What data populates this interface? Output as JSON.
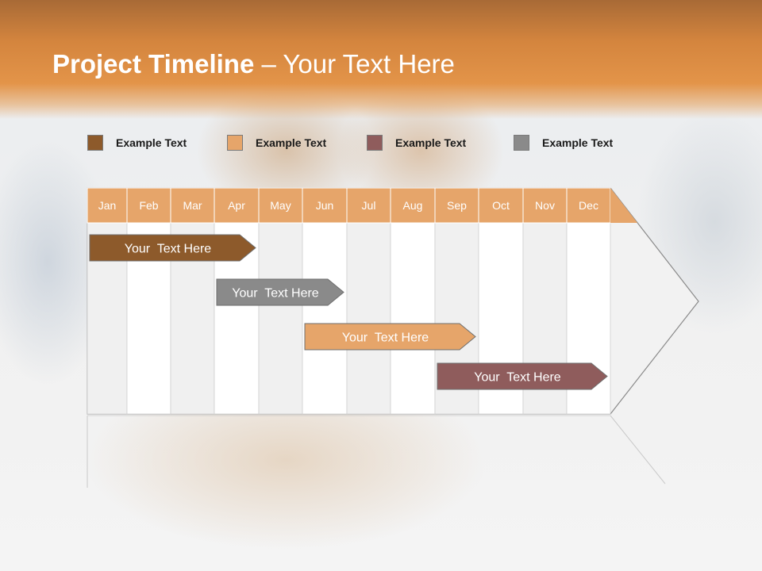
{
  "title": {
    "bold": "Project Timeline",
    "rest": " – Your Text Here"
  },
  "legend": [
    {
      "label": "Example Text",
      "color": "#8d5a2b"
    },
    {
      "label": "Example Text",
      "color": "#e6a56a"
    },
    {
      "label": "Example Text",
      "color": "#8f5c5c"
    },
    {
      "label": "Example Text",
      "color": "#8a8a8a"
    }
  ],
  "chart_data": {
    "type": "gantt",
    "months": [
      "Jan",
      "Feb",
      "Mar",
      "Apr",
      "May",
      "Jun",
      "Jul",
      "Aug",
      "Sep",
      "Oct",
      "Nov",
      "Dec"
    ],
    "tasks": [
      {
        "label": "Your  Text Here",
        "start": "Jan",
        "end": "Apr",
        "color": "#8d5a2b"
      },
      {
        "label": "Your  Text Here",
        "start": "Apr",
        "end": "Jun",
        "color": "#8a8a8a"
      },
      {
        "label": "Your  Text Here",
        "start": "Jun",
        "end": "Sep",
        "color": "#e6a56a"
      },
      {
        "label": "Your  Text Here",
        "start": "Sep",
        "end": "Dec",
        "color": "#8f5c5c"
      }
    ],
    "header_color": "#e6a56a"
  }
}
